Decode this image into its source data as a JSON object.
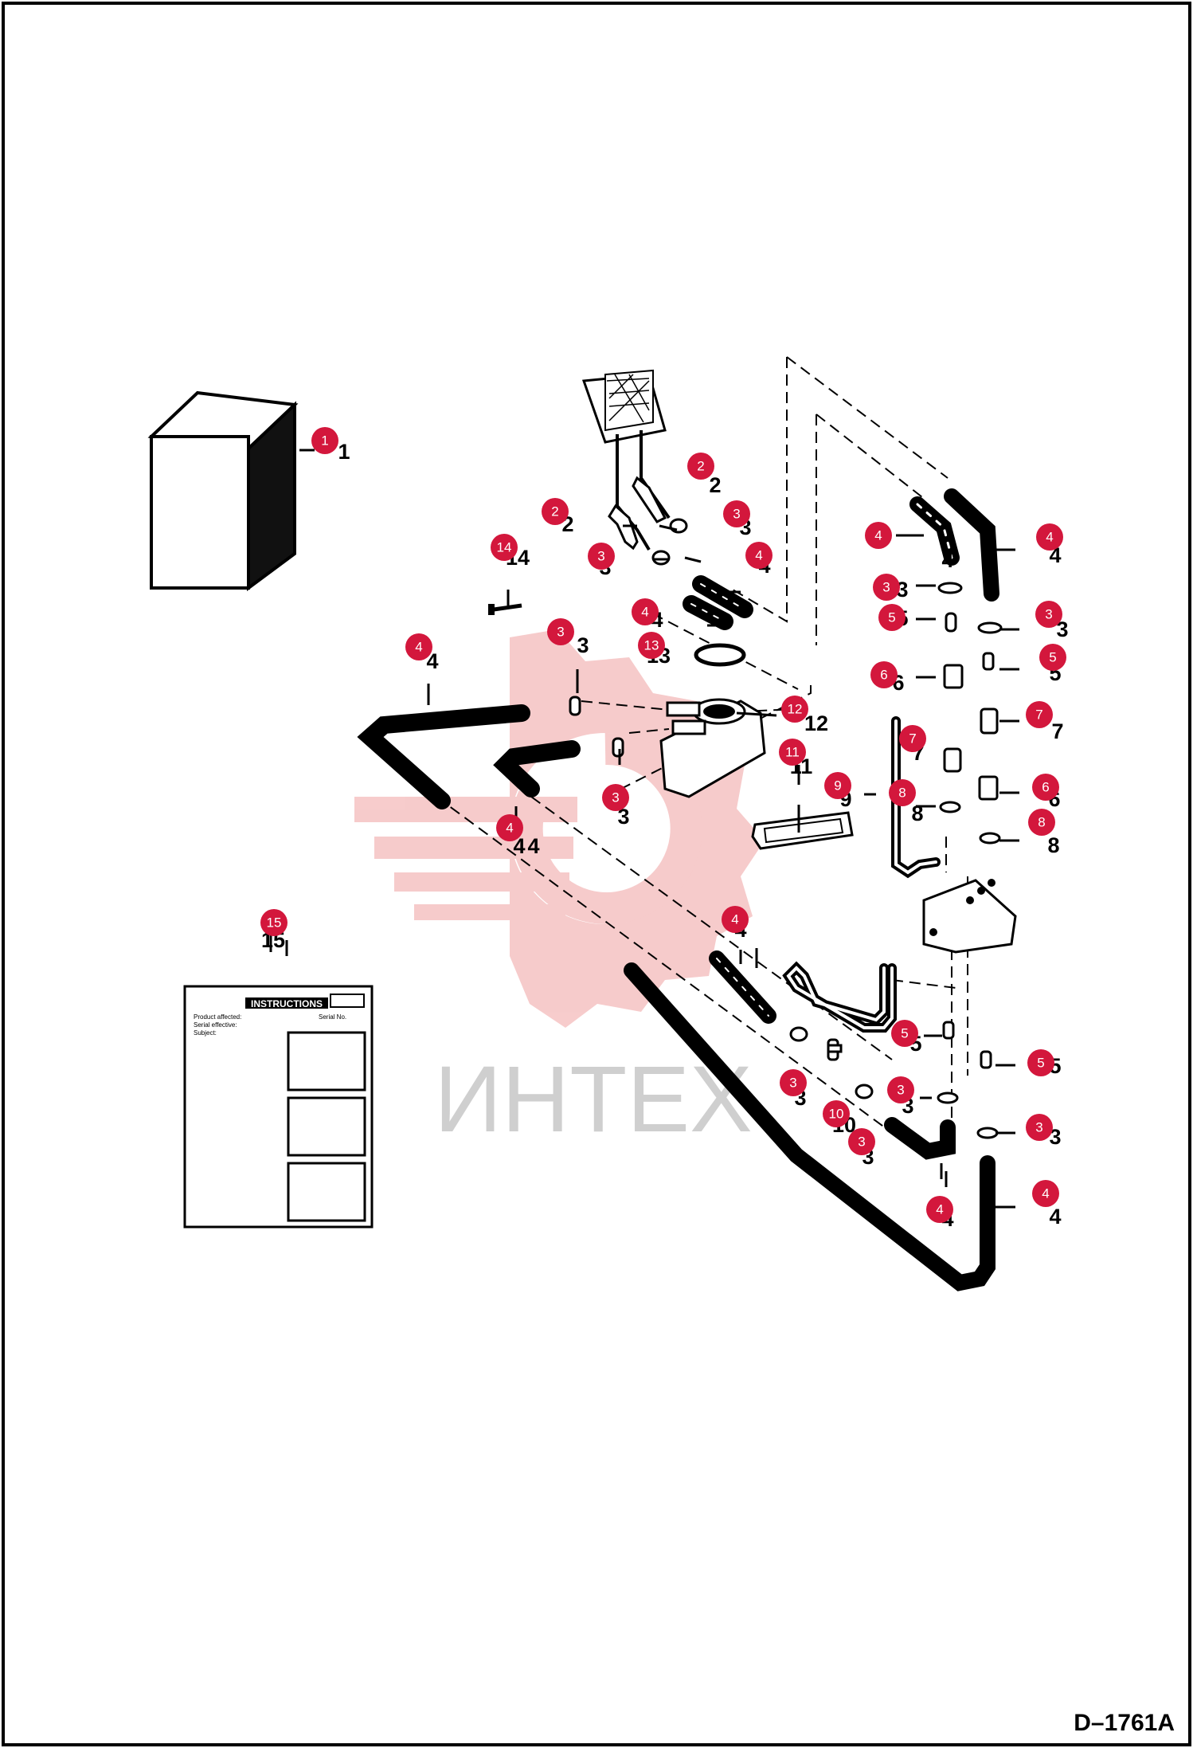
{
  "drawing_number": "D–1761A",
  "watermark": {
    "text": "ИНТЕХ",
    "color": "#f0a9a9"
  },
  "callout_color": "#d3173c",
  "manual_card": {
    "header": "INSTRUCTIONS",
    "lines": [
      "Product affected:",
      "Serial effective:",
      "Subject:"
    ],
    "serial_label": "Serial No."
  },
  "callouts": [
    {
      "id": "c1",
      "label": "1"
    },
    {
      "id": "c2a",
      "label": "2"
    },
    {
      "id": "c2b",
      "label": "2"
    },
    {
      "id": "c3a",
      "label": "3"
    },
    {
      "id": "c3b",
      "label": "3"
    },
    {
      "id": "c4a",
      "label": "4"
    },
    {
      "id": "c14",
      "label": "14"
    },
    {
      "id": "c4b",
      "label": "4"
    },
    {
      "id": "c3c",
      "label": "3"
    },
    {
      "id": "c13",
      "label": "13"
    },
    {
      "id": "c4c",
      "label": "4"
    },
    {
      "id": "c12",
      "label": "12"
    },
    {
      "id": "c11",
      "label": "11"
    },
    {
      "id": "c3d",
      "label": "3"
    },
    {
      "id": "c4d",
      "label": "4"
    },
    {
      "id": "c9",
      "label": "9"
    },
    {
      "id": "c8a",
      "label": "8"
    },
    {
      "id": "c4e",
      "label": "4"
    },
    {
      "id": "c4f",
      "label": "4"
    },
    {
      "id": "c3e",
      "label": "3"
    },
    {
      "id": "c5a",
      "label": "5"
    },
    {
      "id": "c3f",
      "label": "3"
    },
    {
      "id": "c6a",
      "label": "6"
    },
    {
      "id": "c5b",
      "label": "5"
    },
    {
      "id": "c7a",
      "label": "7"
    },
    {
      "id": "c7b",
      "label": "7"
    },
    {
      "id": "c6b",
      "label": "6"
    },
    {
      "id": "c8b",
      "label": "8"
    },
    {
      "id": "c15",
      "label": "15"
    },
    {
      "id": "c4g",
      "label": "4"
    },
    {
      "id": "c5c",
      "label": "5"
    },
    {
      "id": "c5d",
      "label": "5"
    },
    {
      "id": "c3g",
      "label": "3"
    },
    {
      "id": "c3h",
      "label": "3"
    },
    {
      "id": "c10",
      "label": "10"
    },
    {
      "id": "c3i",
      "label": "3"
    },
    {
      "id": "c3j",
      "label": "3"
    },
    {
      "id": "c4h",
      "label": "4"
    },
    {
      "id": "c4i",
      "label": "4"
    }
  ],
  "part_numbers": [
    {
      "id": "n1",
      "label": "1"
    },
    {
      "id": "n2a",
      "label": "2"
    },
    {
      "id": "n2b",
      "label": "2"
    },
    {
      "id": "n3a",
      "label": "3"
    },
    {
      "id": "n4a",
      "label": "4"
    },
    {
      "id": "n14",
      "label": "14"
    },
    {
      "id": "n3b",
      "label": "3"
    },
    {
      "id": "n4b",
      "label": "4"
    },
    {
      "id": "n3c",
      "label": "3"
    },
    {
      "id": "n4c",
      "label": "4"
    },
    {
      "id": "n13",
      "label": "13"
    },
    {
      "id": "n4d",
      "label": "4"
    },
    {
      "id": "n12",
      "label": "12"
    },
    {
      "id": "n11",
      "label": "11"
    },
    {
      "id": "n3d",
      "label": "3"
    },
    {
      "id": "n4e",
      "label": "4"
    },
    {
      "id": "n9",
      "label": "9"
    },
    {
      "id": "n8a",
      "label": "8"
    },
    {
      "id": "n4f",
      "label": "4"
    },
    {
      "id": "n4g",
      "label": "4"
    },
    {
      "id": "n3e",
      "label": "3"
    },
    {
      "id": "n5a",
      "label": "5"
    },
    {
      "id": "n3f",
      "label": "3"
    },
    {
      "id": "n6a",
      "label": "6"
    },
    {
      "id": "n5b",
      "label": "5"
    },
    {
      "id": "n7a",
      "label": "7"
    },
    {
      "id": "n7b",
      "label": "7"
    },
    {
      "id": "n6b",
      "label": "6"
    },
    {
      "id": "n8b",
      "label": "8"
    },
    {
      "id": "n15",
      "label": "15"
    },
    {
      "id": "n4h",
      "label": "4"
    },
    {
      "id": "n5c",
      "label": "5"
    },
    {
      "id": "n5d",
      "label": "5"
    },
    {
      "id": "n3g",
      "label": "3"
    },
    {
      "id": "n10",
      "label": "10"
    },
    {
      "id": "n3h",
      "label": "3"
    },
    {
      "id": "n3i",
      "label": "3"
    },
    {
      "id": "n3j",
      "label": "3"
    },
    {
      "id": "n4i",
      "label": "4"
    },
    {
      "id": "n4j",
      "label": "4"
    }
  ]
}
